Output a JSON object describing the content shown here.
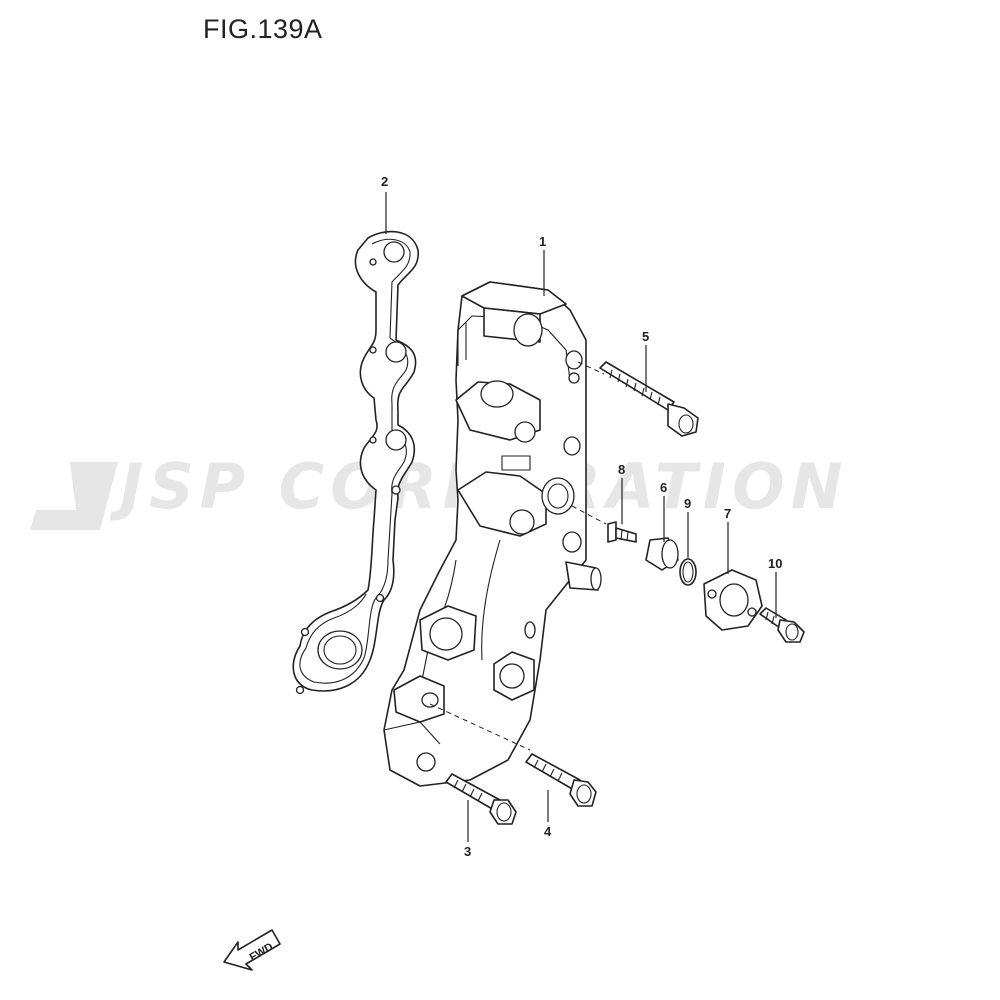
{
  "figure": {
    "title": "FIG.139A"
  },
  "watermark": {
    "text": "JSP CORPORATION",
    "color": "#e6e6e6"
  },
  "parts": [
    {
      "ref": "1",
      "name": "housing"
    },
    {
      "ref": "2",
      "name": "gasket"
    },
    {
      "ref": "3",
      "name": "bolt"
    },
    {
      "ref": "4",
      "name": "bolt"
    },
    {
      "ref": "5",
      "name": "bolt"
    },
    {
      "ref": "6",
      "name": "collar"
    },
    {
      "ref": "7",
      "name": "cap"
    },
    {
      "ref": "8",
      "name": "screw"
    },
    {
      "ref": "9",
      "name": "o-ring"
    },
    {
      "ref": "10",
      "name": "bolt"
    }
  ],
  "direction_indicator": {
    "label": "FWD"
  }
}
